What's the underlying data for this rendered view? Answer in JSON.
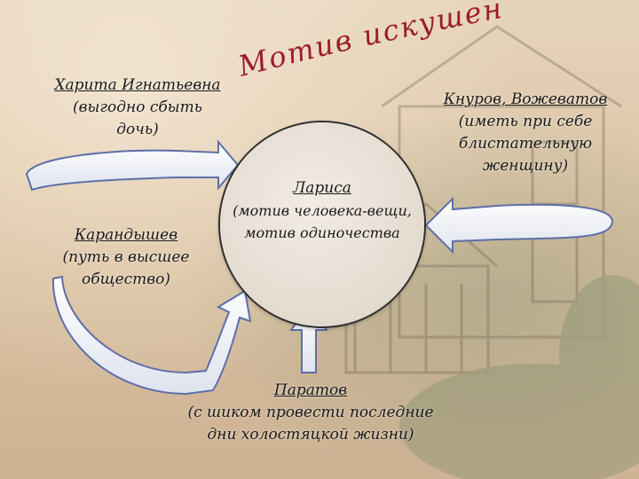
{
  "title": "Мотив искушения",
  "center": {
    "name": "Лариса",
    "desc_line1": "(мотив человека-вещи,",
    "desc_line2": "мотив одиночества"
  },
  "nodes": {
    "harita": {
      "name": "Харита Игнатьевна",
      "desc_line1": "(выгодно сбыть",
      "desc_line2": "дочь)"
    },
    "karandyshev": {
      "name": "Карандышев",
      "desc_line1": "(путь в высшее",
      "desc_line2": "общество)"
    },
    "knurov": {
      "name": "Кнуров, Вожеватов",
      "desc_line1": "(иметь при себе",
      "desc_line2": "блистательную",
      "desc_line3": "женщину)"
    },
    "paratov": {
      "name": "Паратов",
      "desc_line1": "(с шиком провести последние",
      "desc_line2": "дни холостяцкой жизни)"
    }
  },
  "colors": {
    "title": "#9c1c2c",
    "arrow_fill": "#f4f6fa",
    "arrow_edge": "#5d6fa8",
    "circle_border": "#2e2e2e"
  }
}
